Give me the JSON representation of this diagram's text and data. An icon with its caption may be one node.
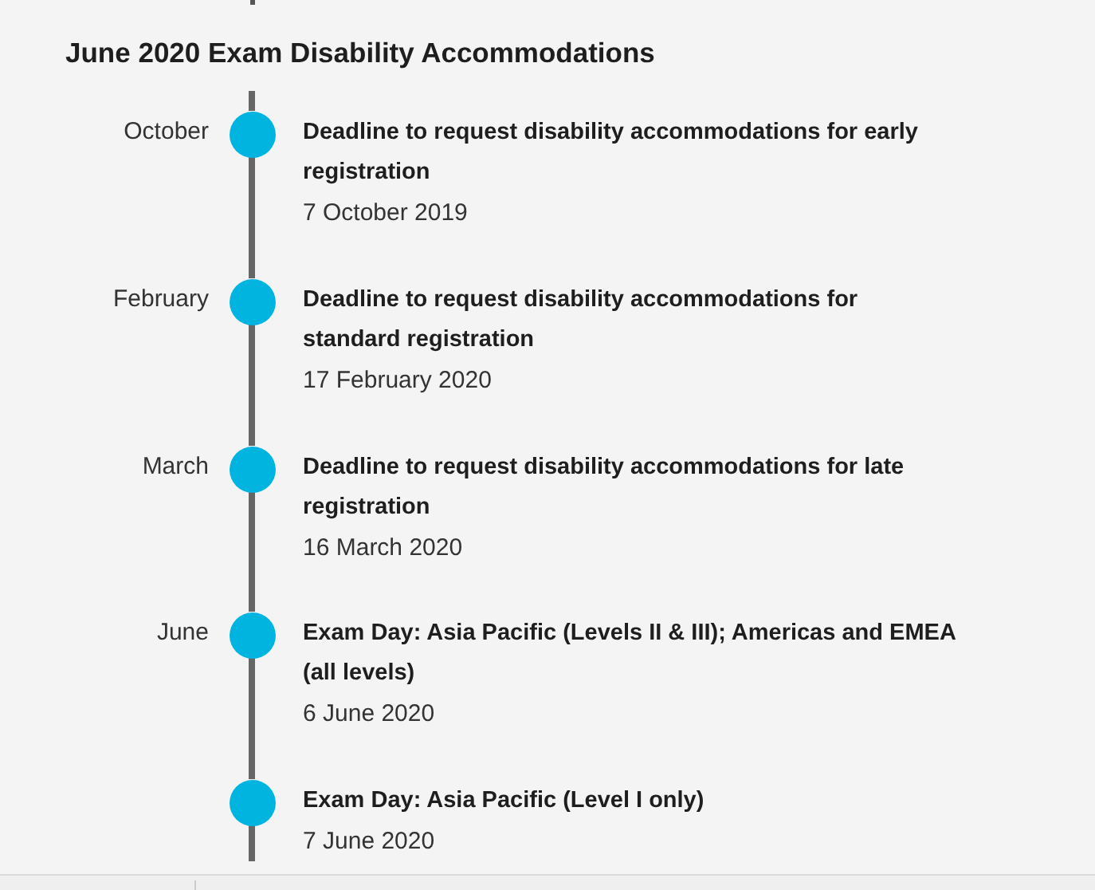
{
  "diagram": {
    "title": "June 2020 Exam Disability Accommodations",
    "nodes": [
      {
        "text": [],
        "shape": "circle",
        "beside": [
          "October",
          "Deadline to request disability accommodations for early registration",
          "7 October 2019"
        ]
      },
      {
        "text": [],
        "shape": "circle",
        "beside": [
          "February",
          "Deadline to request disability accommodations for standard registration",
          "17 February 2020"
        ]
      },
      {
        "text": [],
        "shape": "circle",
        "beside": [
          "March",
          "Deadline to request disability accommodations for late registration",
          "16 March 2020"
        ]
      },
      {
        "text": [],
        "shape": "circle",
        "beside": [
          "June",
          "Exam Day: Asia Pacific (Levels II & III); Americas and EMEA (all levels)",
          "6 June 2020"
        ]
      },
      {
        "text": [],
        "shape": "circle",
        "beside": [
          "Exam Day: Asia Pacific (Level I only)",
          "7 June 2020"
        ]
      }
    ],
    "edges": [
      {
        "from": null,
        "to": 0,
        "arrow": "none"
      },
      {
        "from": 0,
        "to": 1,
        "arrow": "none"
      },
      {
        "from": 1,
        "to": 2,
        "arrow": "none"
      },
      {
        "from": 2,
        "to": 3,
        "arrow": "none"
      },
      {
        "from": 3,
        "to": 4,
        "arrow": "none"
      },
      {
        "from": 4,
        "to": null,
        "arrow": "none"
      }
    ]
  }
}
